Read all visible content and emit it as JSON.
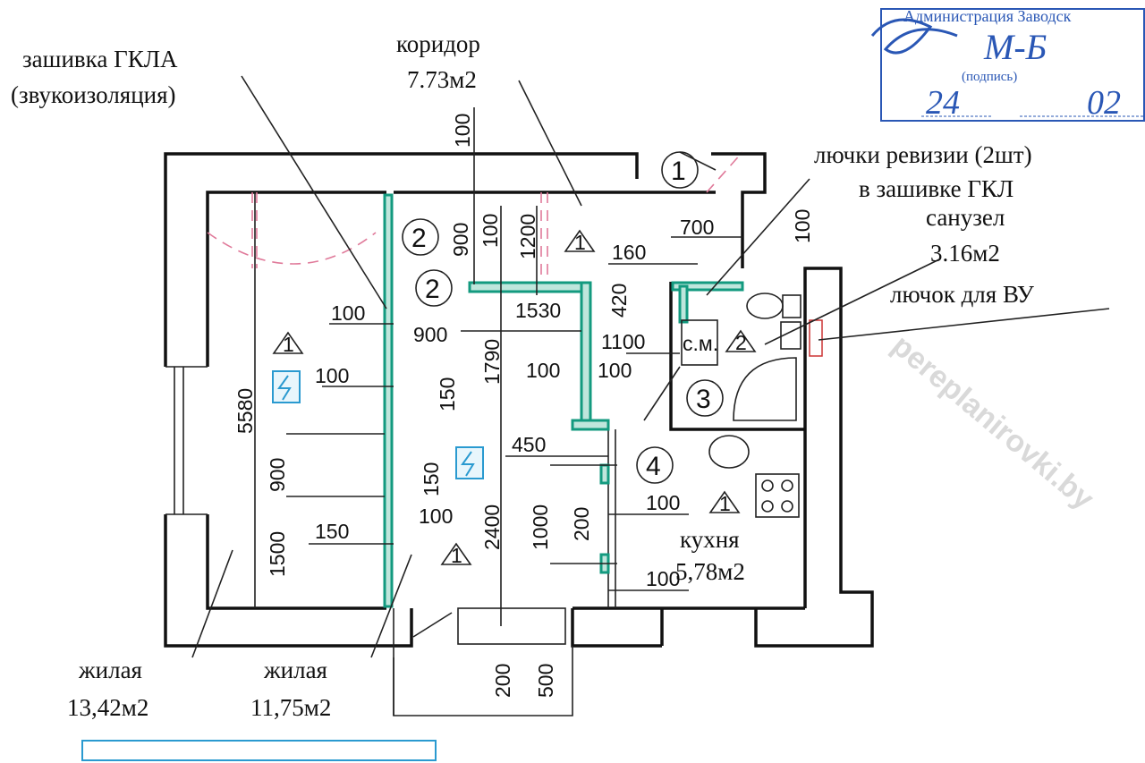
{
  "labels": {
    "sound_insulation_1": "зашивка ГКЛА",
    "sound_insulation_2": "(звукоизоляция)",
    "corridor_name": "коридор",
    "corridor_area": "7.73м2",
    "hatches_1": "лючки ревизии (2шт)",
    "hatches_2": "в зашивке ГКЛ",
    "bathroom_name": "санузел",
    "bathroom_area": "3.16м2",
    "hatch_vu": "лючок для ВУ",
    "living1_name": "жилая",
    "living1_area": "13,42м2",
    "living2_name": "жилая",
    "living2_area": "11,75м2",
    "kitchen_name": "кухня",
    "kitchen_area": "5,78м2",
    "toilet": "с.м."
  },
  "markers": [
    "1",
    "2",
    "2",
    "3",
    "4"
  ],
  "triangles": [
    "1",
    "1",
    "1",
    "1",
    "2"
  ],
  "dims": [
    "100",
    "900",
    "100",
    "1200",
    "160",
    "700",
    "100",
    "420",
    "100",
    "1530",
    "900",
    "1100",
    "100",
    "100",
    "100",
    "5580",
    "900",
    "1500",
    "150",
    "1790",
    "150",
    "450",
    "150",
    "100",
    "2400",
    "1000",
    "200",
    "100",
    "100",
    "200",
    "500"
  ],
  "watermark": "pereplanirovki.by",
  "stamp": {
    "header": "Администрация Заводск",
    "caption": "(подпись)",
    "day": "24",
    "month": "02",
    "signature": "М-Б"
  },
  "colors": {
    "partition": "#139a7f",
    "stamp": "#2a57b5",
    "demolished": "#e07a9a"
  }
}
